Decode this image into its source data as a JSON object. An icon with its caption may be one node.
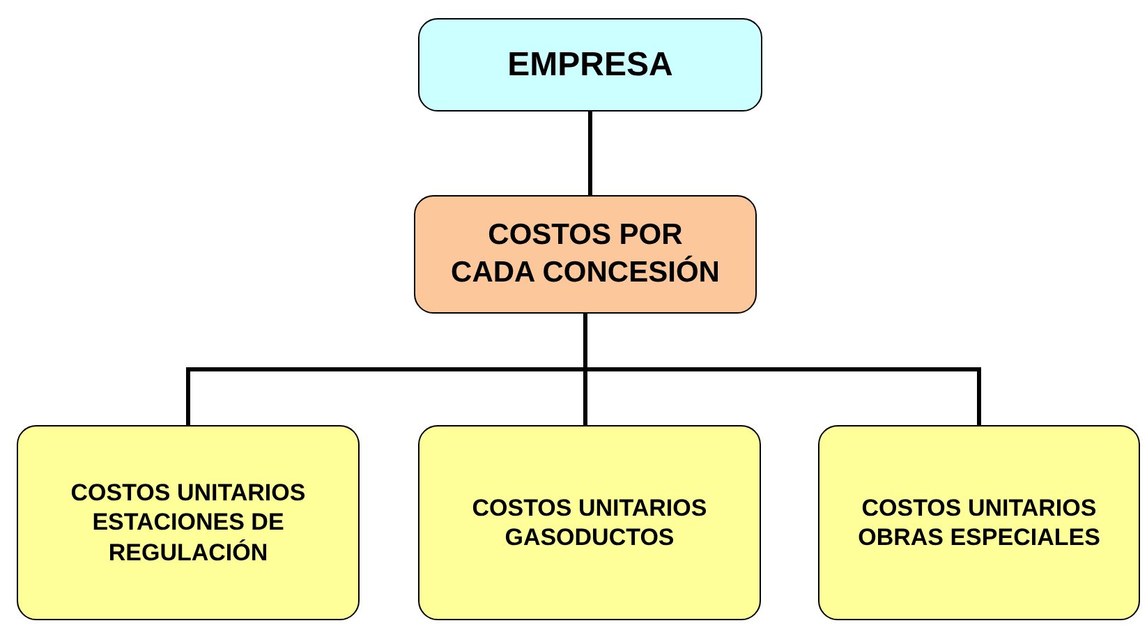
{
  "diagram": {
    "nodes": [
      {
        "text": [
          "EMPRESA"
        ]
      },
      {
        "text": [
          "COSTOS POR CADA CONCESIÓN"
        ]
      },
      {
        "text": [
          "COSTOS UNITARIOS ESTACIONES DE REGULACIÓN"
        ]
      },
      {
        "text": [
          "COSTOS UNITARIOS GASODUCTOS"
        ]
      },
      {
        "text": [
          "COSTOS UNITARIOS OBRAS ESPECIALES"
        ]
      }
    ],
    "edges": [
      {
        "from": 0,
        "to": 1,
        "arrow": "none"
      },
      {
        "from": 1,
        "to": 2,
        "arrow": "none"
      },
      {
        "from": 1,
        "to": 3,
        "arrow": "none"
      },
      {
        "from": 1,
        "to": 4,
        "arrow": "none"
      }
    ]
  }
}
